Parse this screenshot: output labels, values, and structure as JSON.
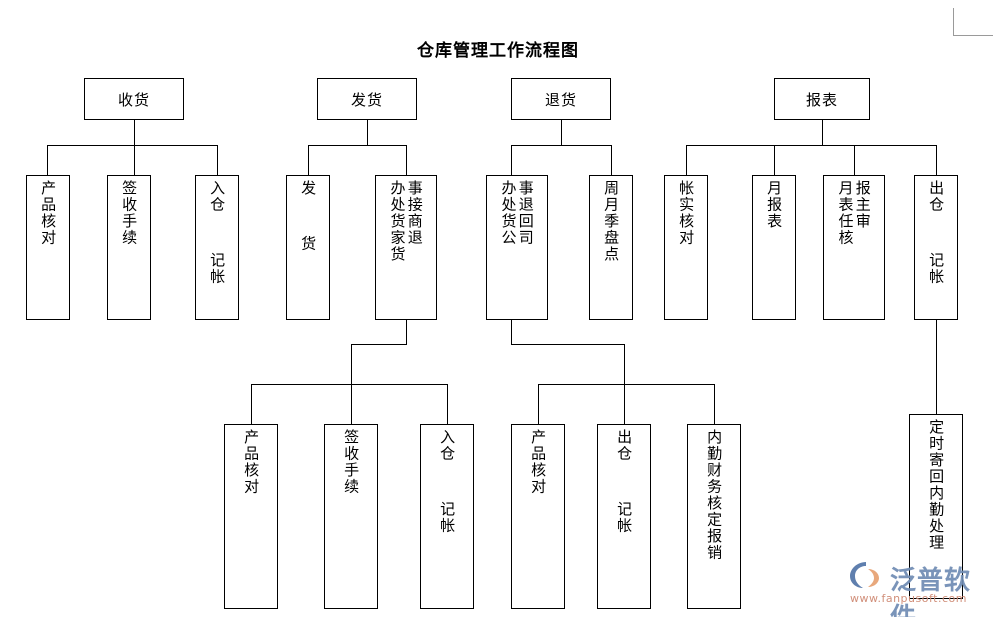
{
  "document": {
    "title": "仓库管理工作流程图",
    "corner_mark": "page-corner-mark"
  },
  "watermark": {
    "brand": "泛普软件",
    "url": "www.fanpusoft.com",
    "logo_icon": "fanpu-logo-icon",
    "brand_color": "#6f8cb4",
    "url_color": "#d18f7a"
  },
  "colors": {
    "line": "#000000",
    "box_border": "#000000",
    "box_fill": "#ffffff",
    "text": "#000000",
    "page": "#ffffff"
  },
  "chart_data": {
    "type": "diagram",
    "diagram_type": "organizational-flowchart",
    "title": "仓库管理工作流程图",
    "orientation": "top-down",
    "levels": 3,
    "branches": [
      {
        "id": "receiving",
        "root": "收货",
        "children": [
          "产品核对",
          "签收手续",
          "入仓  记帐"
        ]
      },
      {
        "id": "shipping",
        "root": "发货",
        "children": [
          "发  货",
          "事接商退 / 办处货家货"
        ],
        "sub_parent": "事接商退 / 办处货家货",
        "sub_children": [
          "产品核对",
          "签收手续",
          "入仓  记帐"
        ]
      },
      {
        "id": "returns",
        "root": "退货",
        "children": [
          "事退回司 / 办处货公",
          "周月季盘点"
        ],
        "sub_parent": "事退回司 / 办处货公",
        "sub_children": [
          "产品核对",
          "出仓  记帐",
          "内勤财务核定报销"
        ]
      },
      {
        "id": "reports",
        "root": "报表",
        "children": [
          "帐实核对",
          "月报表",
          "报主审 / 月表任核",
          "出仓  记帐"
        ],
        "sub_parent": "出仓  记帐",
        "sub_children": [
          "定时寄回内勤处理"
        ]
      }
    ]
  },
  "nodes": {
    "top": {
      "receiving": "收货",
      "shipping": "发货",
      "returns": "退货",
      "reports": "报表"
    },
    "receiving_children": {
      "product_check": "产品核对",
      "sign_procedure": "签收手续",
      "inbound_record": "入仓  记帐"
    },
    "shipping_children": {
      "ship_goods": "发  货",
      "handle_return_right": "事接商退",
      "handle_return_left": "办处货家货"
    },
    "returns_children": {
      "return_to_company_right": "事退回司",
      "return_to_company_left": "办处货公",
      "periodic_inventory": "周月季盘点"
    },
    "reports_children": {
      "account_check": "帐实核对",
      "monthly_report": "月报表",
      "report_review_right": "报主审",
      "report_review_left": "月表任核",
      "outbound_record": "出仓  记帐"
    },
    "shipping_grandchildren": {
      "product_check": "产品核对",
      "sign_procedure": "签收手续",
      "inbound_record": "入仓  记帐"
    },
    "returns_grandchildren": {
      "product_check": "产品核对",
      "outbound_record": "出仓  记帐",
      "finance_reimburse": "内勤财务核定报销"
    },
    "reports_grandchildren": {
      "scheduled_mail_back": "定时寄回内勤处理"
    }
  }
}
